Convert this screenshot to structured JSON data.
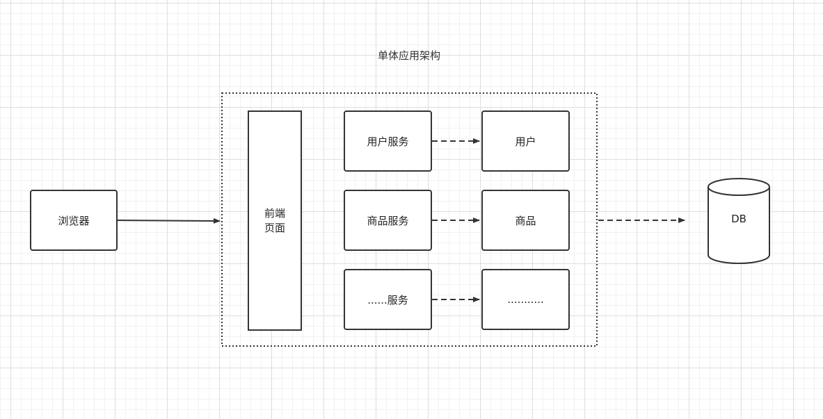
{
  "diagram": {
    "title": "单体应用架构",
    "browser": "浏览器",
    "frontend": "前端页面",
    "services": [
      {
        "service": "用户服务",
        "data": "用户"
      },
      {
        "service": "商品服务",
        "data": "商品"
      },
      {
        "service": "......服务",
        "data": "..........."
      }
    ],
    "database": "DB"
  }
}
